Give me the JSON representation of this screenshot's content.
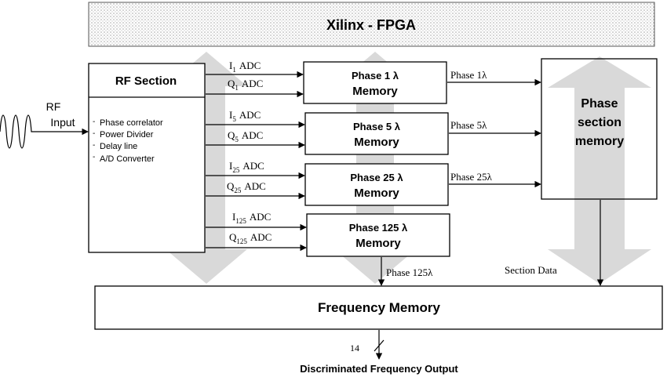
{
  "fpga": {
    "title": "Xilinx - FPGA"
  },
  "rf_input": {
    "line1": "RF",
    "line2": "Input"
  },
  "rf_section": {
    "title": "RF Section",
    "items": [
      "Phase correlator",
      "Power Divider",
      "Delay line",
      "A/D Converter"
    ]
  },
  "channels": [
    {
      "i_label": "I",
      "i_sub": "1",
      "q_label": "Q",
      "q_sub": "1",
      "adc": "ADC",
      "mem_line1": "Phase 1 λ",
      "mem_line2": "Memory",
      "out_label": "Phase 1λ"
    },
    {
      "i_label": "I",
      "i_sub": "5",
      "q_label": "Q",
      "q_sub": "5",
      "adc": "ADC",
      "mem_line1": "Phase 5 λ",
      "mem_line2": "Memory",
      "out_label": "Phase 5λ"
    },
    {
      "i_label": "I",
      "i_sub": "25",
      "q_label": "Q",
      "q_sub": "25",
      "adc": "ADC",
      "mem_line1": "Phase 25 λ",
      "mem_line2": "Memory",
      "out_label": "Phase 25λ"
    },
    {
      "i_label": "I",
      "i_sub": "125",
      "q_label": "Q",
      "q_sub": "125",
      "adc": "ADC",
      "mem_line1": "Phase 125 λ",
      "mem_line2": "Memory",
      "out_label": "Phase 125λ"
    }
  ],
  "phase_section_memory": {
    "line1": "Phase",
    "line2": "section",
    "line3": "memory"
  },
  "section_data_label": "Section Data",
  "frequency_memory": {
    "title": "Frequency Memory"
  },
  "output": {
    "bus_width": "14",
    "label": "Discriminated Frequency Output"
  },
  "colors": {
    "big_arrow": "#d9d9d9",
    "fpga_dots": "#9e9e9e",
    "line": "#000000"
  }
}
